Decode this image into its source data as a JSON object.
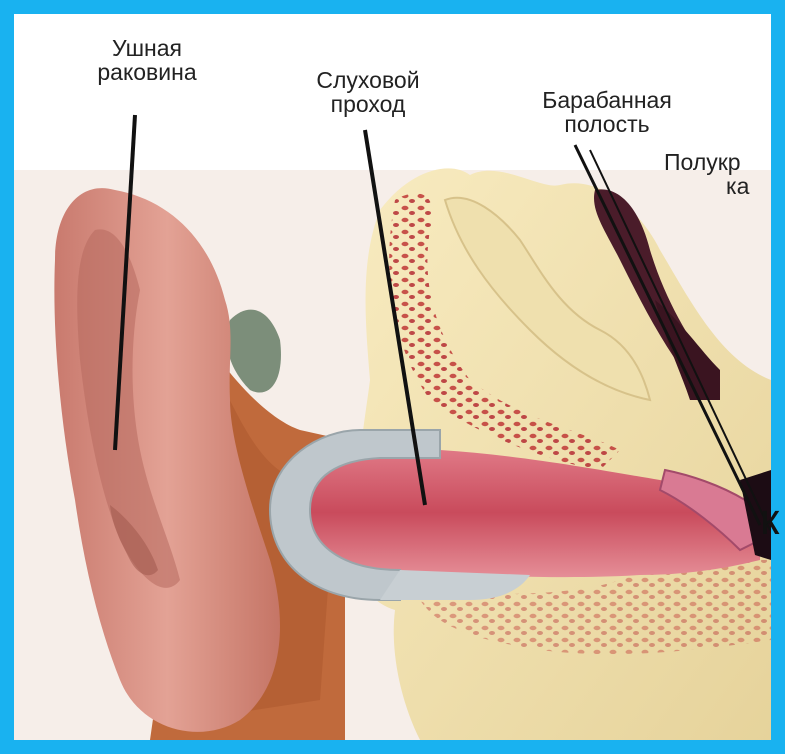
{
  "labels": {
    "auricle": {
      "line1": "Ушная",
      "line2": "раковина"
    },
    "ear_canal": {
      "line1": "Слуховой",
      "line2": "проход"
    },
    "tympanic_cavity": {
      "line1": "Барабанная",
      "line2": "полость"
    },
    "semicircular_canals": {
      "line1": "Полукр",
      "line2": "ка"
    },
    "cut_letter": "к"
  },
  "colors": {
    "frame": "#19b2f0",
    "skin": "#d99083",
    "bone": "#f1e2b0",
    "canal": "#d76674",
    "cartilage": "#bfc7cc",
    "tissue": "#c06a3c"
  },
  "icons": {
    "auricle": "ear-auricle-illustration",
    "canal": "ear-canal-illustration",
    "bone": "temporal-bone-illustration"
  }
}
